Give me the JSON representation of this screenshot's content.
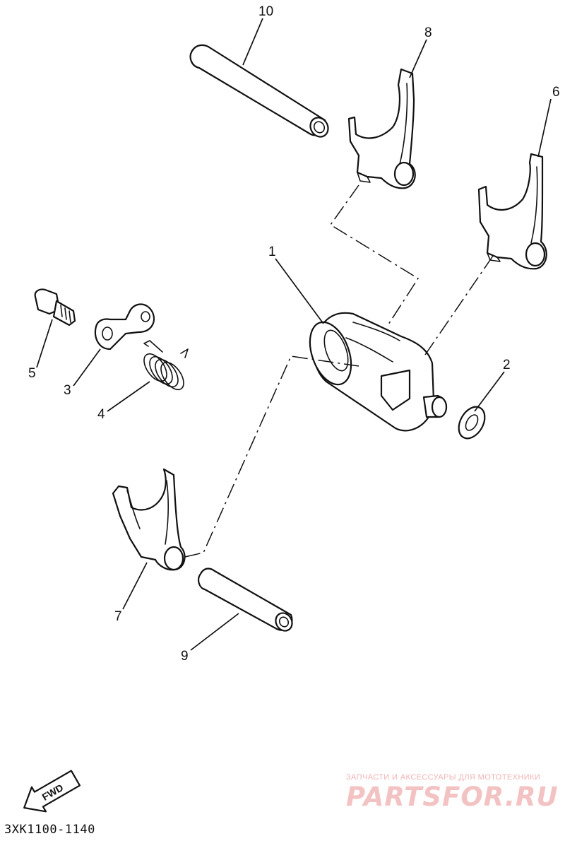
{
  "callouts": {
    "c1": "1",
    "c2": "2",
    "c3": "3",
    "c4": "4",
    "c5": "5",
    "c6": "6",
    "c7": "7",
    "c8": "8",
    "c9": "9",
    "c10": "10"
  },
  "fwd_arrow": {
    "label": "FWD"
  },
  "diagram_code": "3XK1100-1140",
  "watermark": {
    "tagline": "ЗАПЧАСТИ И АКСЕССУАРЫ ДЛЯ МОТОТЕХНИКИ",
    "brand": "PARTSFOR.RU"
  }
}
